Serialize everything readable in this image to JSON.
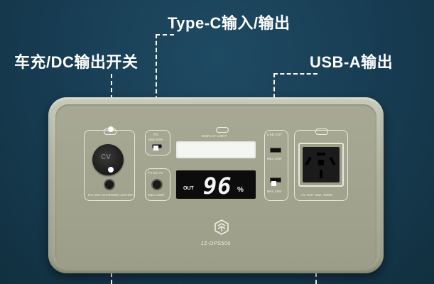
{
  "callouts": {
    "typec": "Type-C输入/输出",
    "car_dc": "车充/DC输出开关",
    "usba": "USB-A输出"
  },
  "device": {
    "display_light_label": "DISPLAY LIGHT",
    "dc_out_label": "DC OUT CHARGER 12V/10A",
    "cig_cap_text": "CV",
    "pd_label": "PD",
    "pd_max": "Max.60W",
    "pv_dc_in_label": "PV DC IN",
    "pv_max": "Max.120W",
    "lcd_out": "OUT",
    "lcd_value": "96",
    "lcd_unit": "%",
    "usb_out_label": "USB OUT",
    "usb_max_1": "Max.18W",
    "usb_max_2": "Max.18W",
    "ac_out_label": "AC OUT Max. 500W",
    "model": "JZ-OPS500"
  },
  "colors": {
    "background": "#173c52",
    "device_body": "#b2b49f",
    "lcd": "#0c0c0c"
  }
}
